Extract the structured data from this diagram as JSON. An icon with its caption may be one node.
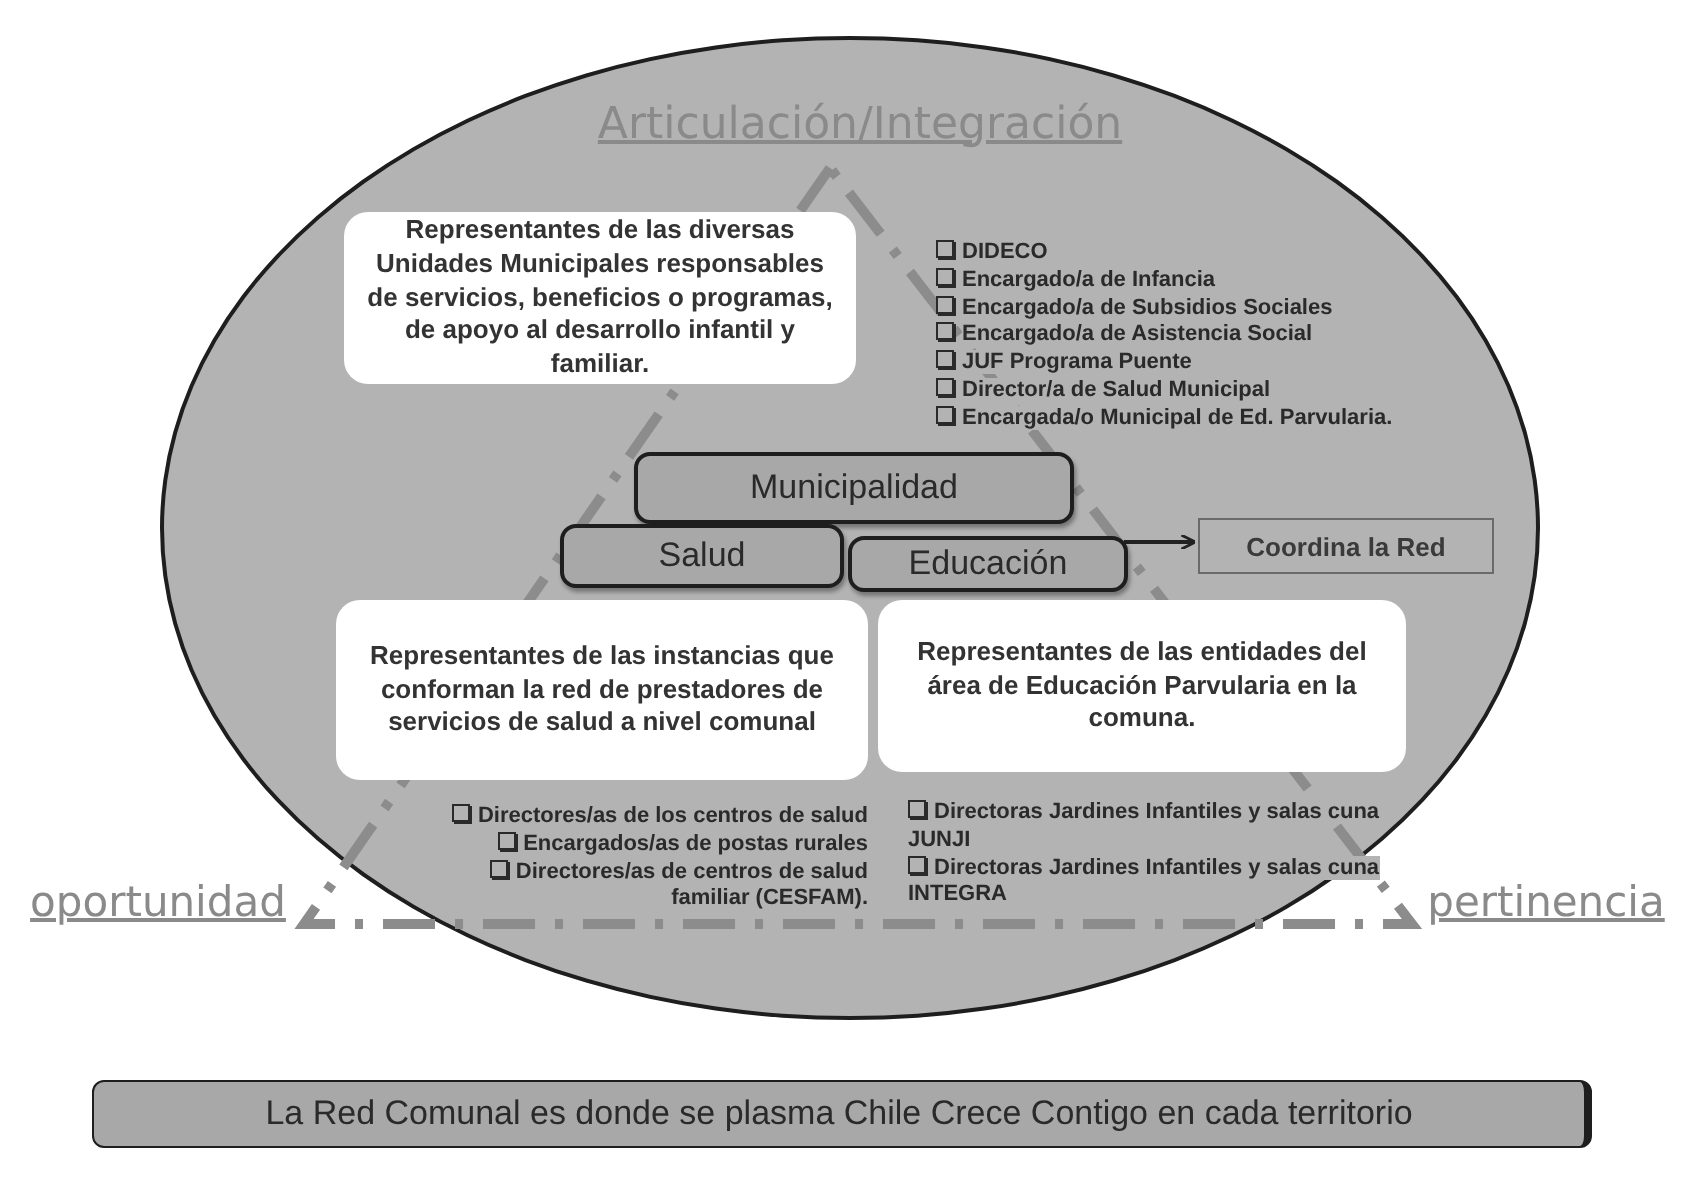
{
  "diagram": {
    "nodes": [
      {
        "text": [],
        "shape": "ellipse"
      },
      {
        "text": [
          "Representantes de las diversas Unidades Municipales responsables de servicios, beneficios o programas, de apoyo al desarrollo infantil y familiar."
        ],
        "in": 0,
        "beside": [
          "DIDECO",
          "Encargado/a de Infancia",
          "Encargado/a de Subsidios Sociales",
          "Encargado/a de Asistencia Social",
          "JUF Programa Puente",
          "Director/a de Salud Municipal",
          "Encargada/o Municipal de Ed. Parvularia."
        ]
      },
      {
        "text": [
          "Municipalidad"
        ],
        "in": 0
      },
      {
        "text": [
          "Salud"
        ],
        "in": 0
      },
      {
        "text": [
          "Educación"
        ],
        "in": 0
      },
      {
        "text": [
          "Coordina la Red"
        ],
        "in": 0
      },
      {
        "text": [
          "Representantes de las instancias que conforman la red de prestadores de servicios de salud a nivel comunal"
        ],
        "in": 0,
        "beside": [
          "Directores/as de los centros de salud",
          "Encargados/as de postas rurales",
          "Directores/as de centros de salud familiar (CESFAM)."
        ]
      },
      {
        "text": [
          "Representantes de las entidades del área de Educación Parvularia en la comuna."
        ],
        "in": 0,
        "beside": [
          "Directoras Jardines Infantiles y salas cuna JUNJI",
          "Directoras Jardines Infantiles y salas cuna INTEGRA"
        ]
      },
      {
        "text": [
          "La Red Comunal es donde se plasma Chile Crece Contigo en cada territorio"
        ]
      }
    ],
    "edges": [
      {
        "from": 4,
        "to": 5,
        "arrow": "to"
      }
    ],
    "labels": [
      "Articulación/Integración",
      "oportunidad",
      "pertinencia"
    ]
  }
}
